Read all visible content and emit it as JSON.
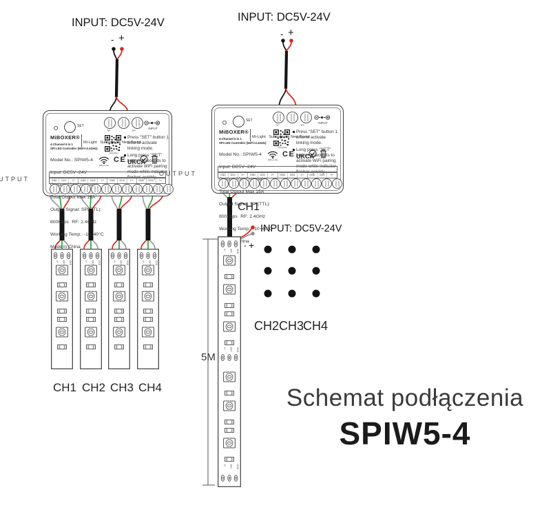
{
  "title": {
    "heading": "Schemat podłączenia",
    "model": "SPIW5-4"
  },
  "input_top_left": {
    "label": "INPUT: DC5V-24V",
    "minus": "-",
    "plus": "+"
  },
  "input_top_right": {
    "label": "INPUT: DC5V-24V",
    "minus": "-",
    "plus": "+"
  },
  "input_injection": {
    "label": "INPUT: DC5V-24V",
    "minus": "-",
    "plus": "+"
  },
  "controller": {
    "brand": "MiBOXER®",
    "brand_sub1": "Mi-Light",
    "brand_sub2": "Subordinate New Brand",
    "set_label": "SET",
    "vminus": "V-",
    "vplus": "V+",
    "input_jack_label": "INPUT",
    "line1": "4-Channel 5 in 1",
    "line2": "SPI LED Controller (WiFi+2.4GHz)",
    "spec1": "Model No.: SPIW5-4   Input: DC5V~24V",
    "spec2": "Output: 10A/Channel   Total Output Max 15A",
    "spec3": "Output Signal: SPI(TTL): 800Kbps",
    "spec4": "RF: 2.4GHz   Working Temp.: -10~40°C",
    "spec5": "Made in China",
    "qr_caption": "Instruction",
    "wifi_label": "WiFi+2.4G",
    "ce": "CE",
    "ukca1": "UK",
    "ukca2": "CA",
    "note1": "Press \"SET\" button 1 time to activate linking mode.",
    "note2": "Long press \"SET\" button 3 seconds to activate WiFi pairing mode while indicator flashes quickly.",
    "output_header": "OUTPUT",
    "terminals": [
      "GND",
      "DO1",
      "V+",
      "GND",
      "DO2",
      "V+",
      "GND",
      "DO3",
      "V+",
      "GND",
      "DO4",
      "V+"
    ]
  },
  "strip": {
    "pads": [
      "V+",
      "DAT",
      "GND"
    ]
  },
  "left_strips": {
    "channels": [
      "CH1",
      "CH2",
      "CH3",
      "CH4"
    ]
  },
  "right_strip": {
    "sleeve_label": "CH1",
    "length": "5M",
    "more_channels": [
      "CH2",
      "CH3",
      "CH4"
    ]
  }
}
